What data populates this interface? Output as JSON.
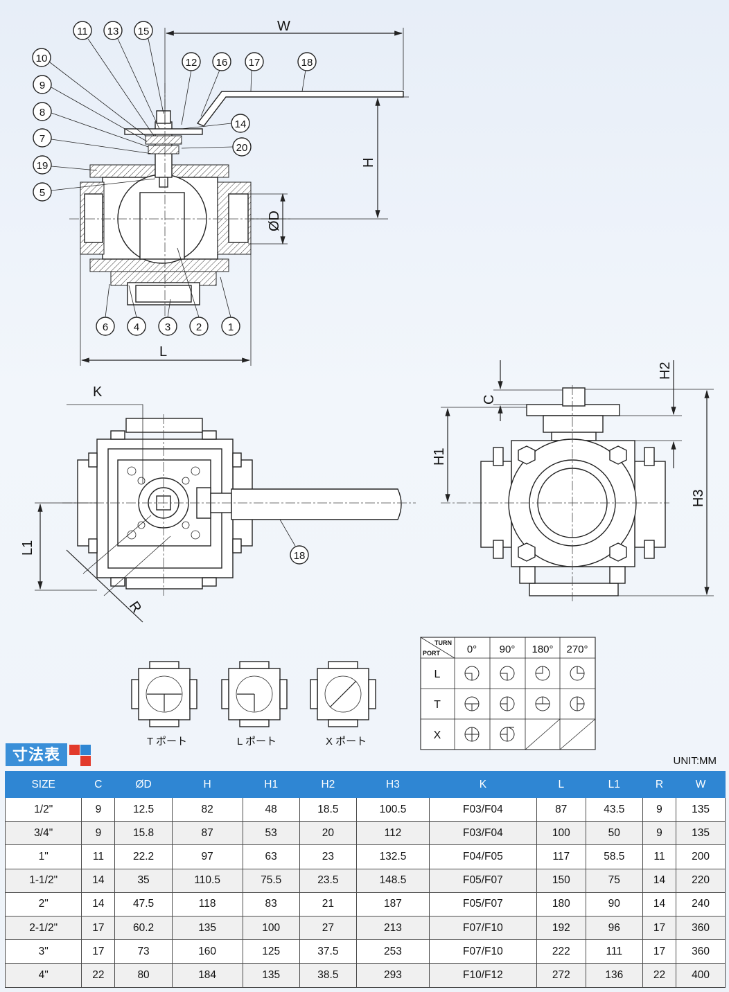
{
  "drawing": {
    "part_numbers_top": [
      "11",
      "13",
      "15"
    ],
    "part_numbers_mid": [
      "12",
      "16",
      "17",
      "18"
    ],
    "part_numbers_left": [
      "10",
      "9",
      "8",
      "7",
      "19",
      "5"
    ],
    "part_numbers_right": [
      "14",
      "20"
    ],
    "part_numbers_bottom": [
      "6",
      "4",
      "3",
      "2",
      "1"
    ],
    "part_number_side": "18",
    "dim_labels": {
      "w": "W",
      "h": "H",
      "d": "ØD",
      "l": "L",
      "k": "K",
      "l1": "L1",
      "r": "R",
      "h1": "H1",
      "h2": "H2",
      "h3": "H3",
      "c": "C"
    },
    "port_labels": [
      "T ポート",
      "L ポート",
      "X ポート"
    ]
  },
  "turn_table": {
    "corner_top": "TURN",
    "corner_bottom": "PORT",
    "angles": [
      "0°",
      "90°",
      "180°",
      "270°"
    ],
    "rows": [
      "L",
      "T",
      "X"
    ]
  },
  "section": {
    "title": "寸法表",
    "unit": "UNIT:MM",
    "accent_colors": [
      "#e23a2b",
      "#2f86d3",
      "#e23a2b"
    ]
  },
  "table": {
    "headers": [
      "SIZE",
      "C",
      "ØD",
      "H",
      "H1",
      "H2",
      "H3",
      "K",
      "L",
      "L1",
      "R",
      "W"
    ],
    "rows": [
      [
        "1/2\"",
        "9",
        "12.5",
        "82",
        "48",
        "18.5",
        "100.5",
        "F03/F04",
        "87",
        "43.5",
        "9",
        "135"
      ],
      [
        "3/4\"",
        "9",
        "15.8",
        "87",
        "53",
        "20",
        "112",
        "F03/F04",
        "100",
        "50",
        "9",
        "135"
      ],
      [
        "1\"",
        "11",
        "22.2",
        "97",
        "63",
        "23",
        "132.5",
        "F04/F05",
        "117",
        "58.5",
        "11",
        "200"
      ],
      [
        "1-1/2\"",
        "14",
        "35",
        "110.5",
        "75.5",
        "23.5",
        "148.5",
        "F05/F07",
        "150",
        "75",
        "14",
        "220"
      ],
      [
        "2\"",
        "14",
        "47.5",
        "118",
        "83",
        "21",
        "187",
        "F05/F07",
        "180",
        "90",
        "14",
        "240"
      ],
      [
        "2-1/2\"",
        "17",
        "60.2",
        "135",
        "100",
        "27",
        "213",
        "F07/F10",
        "192",
        "96",
        "17",
        "360"
      ],
      [
        "3\"",
        "17",
        "73",
        "160",
        "125",
        "37.5",
        "253",
        "F07/F10",
        "222",
        "111",
        "17",
        "360"
      ],
      [
        "4\"",
        "22",
        "80",
        "184",
        "135",
        "38.5",
        "293",
        "F10/F12",
        "272",
        "136",
        "22",
        "400"
      ]
    ]
  }
}
